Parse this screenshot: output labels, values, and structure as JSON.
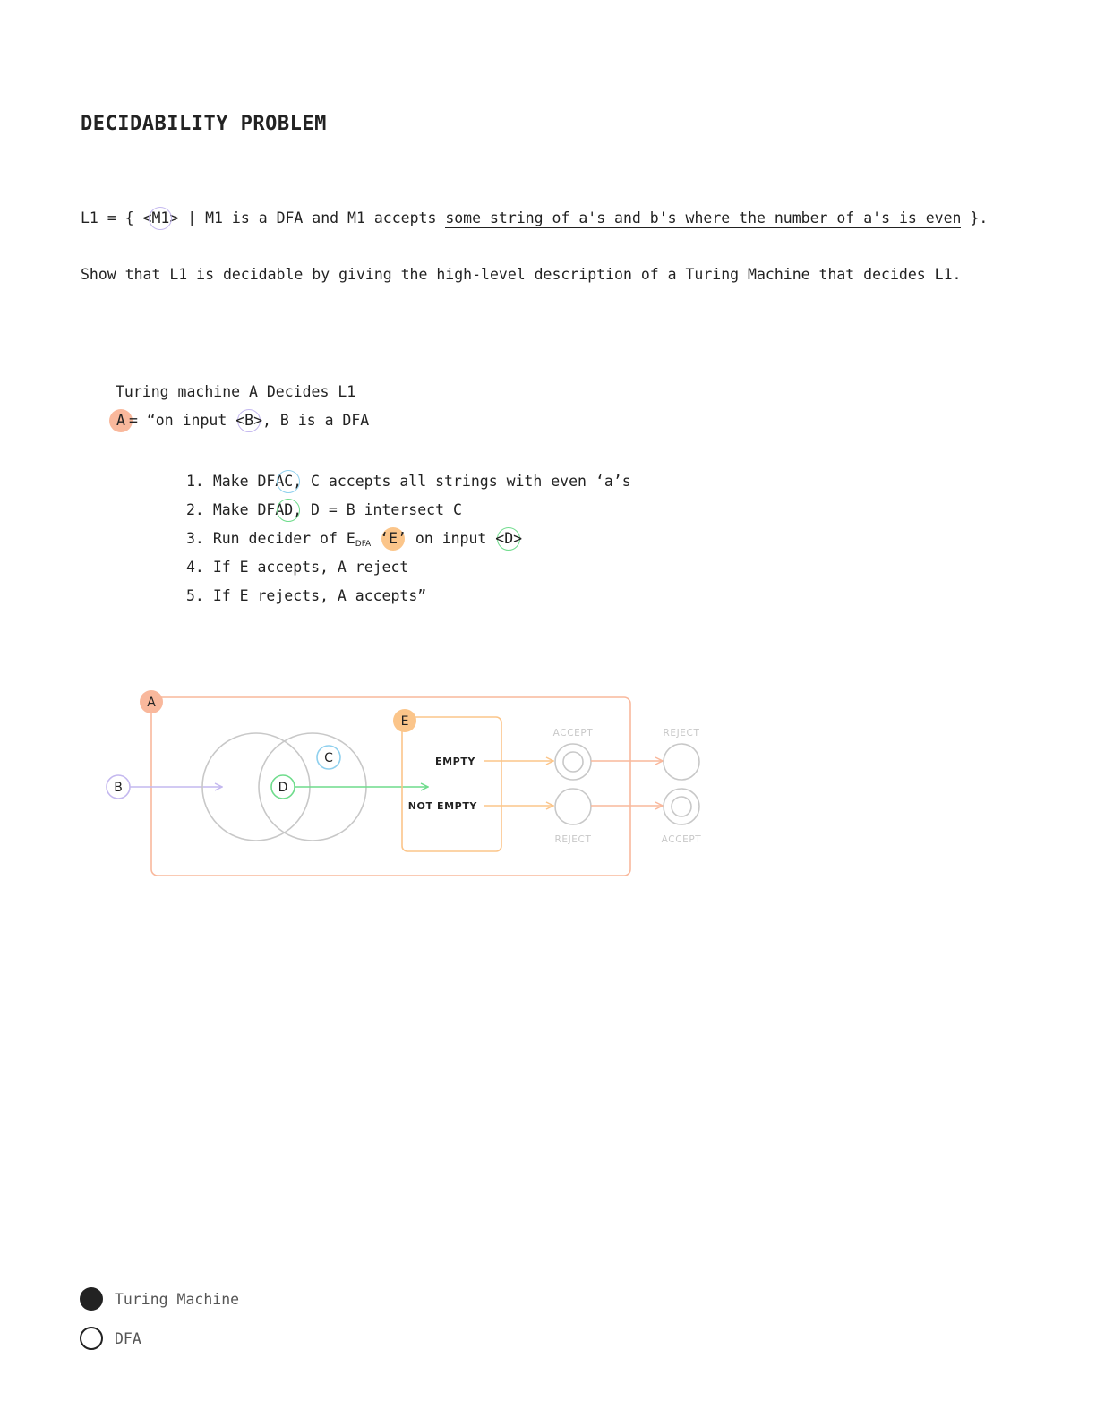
{
  "title": "DECIDABILITY PROBLEM",
  "problem": {
    "line1_prefix": "L1 = { <",
    "line1_m1": "M1",
    "line1_mid": "> | M1 is a DFA and M1 accepts ",
    "line1_underlined": "some string of a's and b's where the number of a's is even",
    "line1_suffix": " }.",
    "line2": "Show that L1 is decidable by giving the high-level description of a Turing Machine that decides L1."
  },
  "solution": {
    "heading": "Turing machine A Decides L1",
    "def_a": "A",
    "def_mid": "= “on input ",
    "def_b": "<B>",
    "def_suffix": ", B is a DFA",
    "steps": [
      {
        "num": "1.",
        "pre": "Make DFA ",
        "token": "C",
        "post": ", C accepts all strings with even ‘a’s"
      },
      {
        "num": "2.",
        "pre": "Make DFA ",
        "token": "D",
        "post": ", D = B intersect C"
      },
      {
        "num": "3.",
        "pre": "Run decider of E",
        "sub": "DFA",
        "token": "‘E’",
        "mid": " on input ",
        "token2": "<D>"
      },
      {
        "num": "4.",
        "text": "If E accepts, A reject"
      },
      {
        "num": "5.",
        "text": "If E rejects, A accepts”"
      }
    ]
  },
  "diagram": {
    "label_a": "A",
    "label_b": "B",
    "label_c": "C",
    "label_d": "D",
    "label_e": "E",
    "empty": "EMPTY",
    "not_empty": "NOT EMPTY",
    "accept_top": "ACCEPT",
    "reject_bottom": "REJECT",
    "reject_top": "REJECT",
    "accept_bottom": "ACCEPT"
  },
  "legend": {
    "items": [
      {
        "label": "Turing Machine"
      },
      {
        "label": "DFA"
      }
    ]
  },
  "colors": {
    "salmon": "#f9b89c",
    "orange": "#fbc58a",
    "purple": "#c4b8ef",
    "blue": "#8fd0ee",
    "green": "#6fdc8c",
    "gray": "#c8c8c8"
  }
}
